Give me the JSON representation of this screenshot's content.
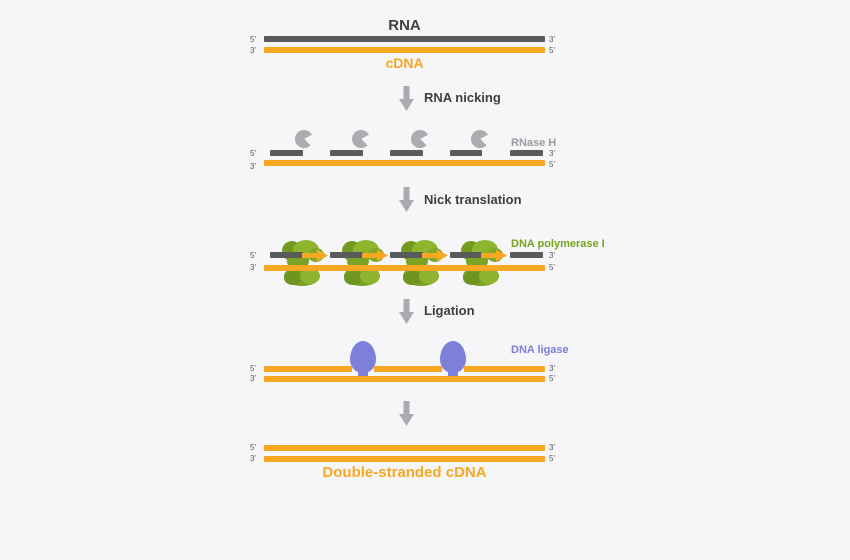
{
  "title": "RNA",
  "cdna_label": "cDNA",
  "primes": {
    "five": "5'",
    "three": "3'"
  },
  "steps": {
    "nicking": "RNA nicking",
    "nick_translation": "Nick translation",
    "ligation": "Ligation"
  },
  "enzymes": {
    "rnase_h": "RNase H",
    "dna_polymerase": "DNA polymerase I",
    "dna_ligase": "DNA ligase"
  },
  "final_label": "Double-stranded cDNA",
  "colors": {
    "background": "#F6F5F7",
    "rna_gray": "#595A5C",
    "cdna_orange": "#F7A823",
    "enzyme_green": "#82AA2B",
    "ligase_purple": "#7C80D8",
    "arrow_gray": "#ABABAF",
    "text_dark": "#3F3F41",
    "rnase_label_gray": "#9B9BA0"
  }
}
